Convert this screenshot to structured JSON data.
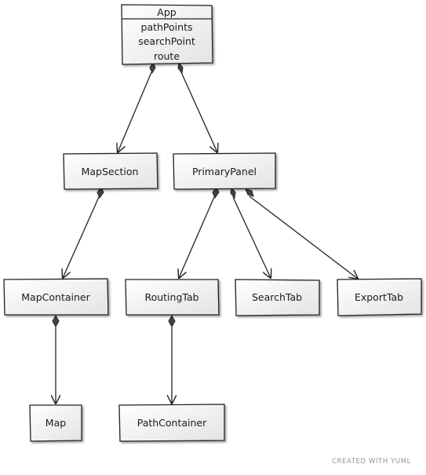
{
  "diagram": {
    "nodes": {
      "app": {
        "title": "App",
        "fields": [
          "pathPoints",
          "searchPoint",
          "route"
        ]
      },
      "map_section": {
        "label": "MapSection"
      },
      "primary_panel": {
        "label": "PrimaryPanel"
      },
      "map_container": {
        "label": "MapContainer"
      },
      "routing_tab": {
        "label": "RoutingTab"
      },
      "search_tab": {
        "label": "SearchTab"
      },
      "export_tab": {
        "label": "ExportTab"
      },
      "map": {
        "label": "Map"
      },
      "path_container": {
        "label": "PathContainer"
      }
    },
    "edges": [
      {
        "from": "App",
        "to": "MapSection",
        "type": "composition"
      },
      {
        "from": "App",
        "to": "PrimaryPanel",
        "type": "composition"
      },
      {
        "from": "MapSection",
        "to": "MapContainer",
        "type": "composition"
      },
      {
        "from": "PrimaryPanel",
        "to": "RoutingTab",
        "type": "composition"
      },
      {
        "from": "PrimaryPanel",
        "to": "SearchTab",
        "type": "composition"
      },
      {
        "from": "PrimaryPanel",
        "to": "ExportTab",
        "type": "composition"
      },
      {
        "from": "MapContainer",
        "to": "Map",
        "type": "composition"
      },
      {
        "from": "RoutingTab",
        "to": "PathContainer",
        "type": "composition"
      }
    ],
    "colors": {
      "box_fill": "#f2f2f2",
      "box_stroke": "#222222",
      "edge": "#222222",
      "watermark": "#8a93a6"
    }
  },
  "footer": {
    "watermark": "CREATED WITH YUML"
  }
}
